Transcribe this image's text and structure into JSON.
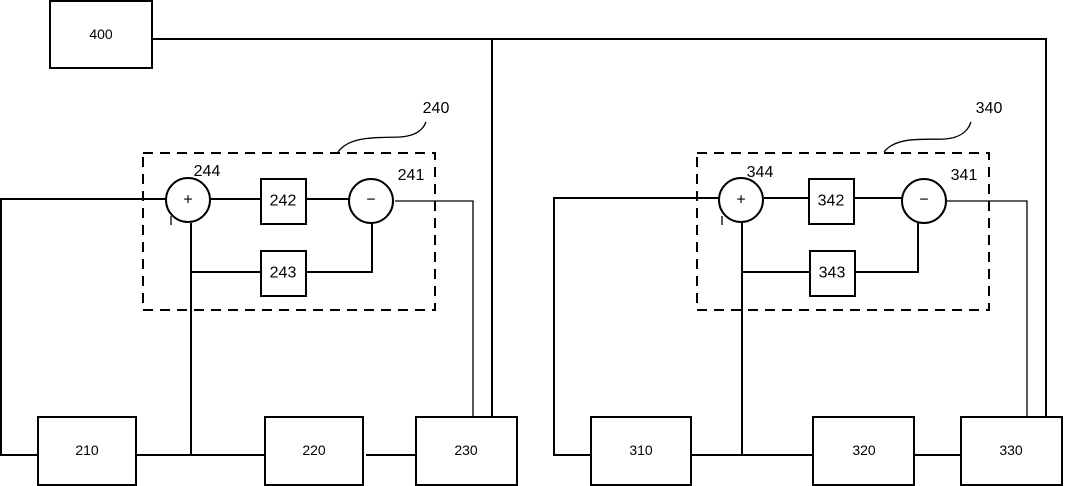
{
  "diagram": {
    "controller": {
      "label": "400"
    },
    "left": {
      "group_label": "240",
      "sum_plus_label": "244",
      "sum_minus_label": "241",
      "block_a": "242",
      "block_b": "243",
      "unit_1": "210",
      "unit_2": "220",
      "unit_3": "230",
      "plus_symbol": "+",
      "minus_symbol": "−"
    },
    "right": {
      "group_label": "340",
      "sum_plus_label": "344",
      "sum_minus_label": "341",
      "block_a": "342",
      "block_b": "343",
      "unit_1": "310",
      "unit_2": "320",
      "unit_3": "330",
      "plus_symbol": "+",
      "minus_symbol": "−"
    }
  }
}
